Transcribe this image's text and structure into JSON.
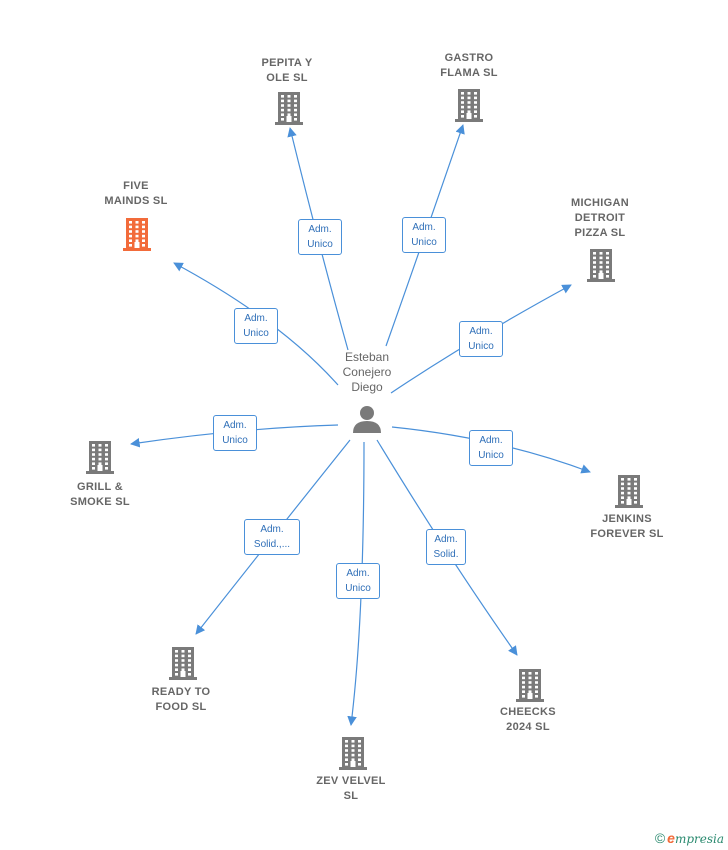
{
  "center": {
    "label": "Esteban\nConejero\nDiego",
    "icon": "person-icon"
  },
  "colors": {
    "edge": "#4a90d9",
    "building": "#7a7a7a",
    "highlight": "#f26b3a"
  },
  "nodes": [
    {
      "id": "pepita",
      "label": "PEPITA Y\nOLE SL",
      "highlight": false,
      "edge_label": "Adm.\nUnico"
    },
    {
      "id": "gastro",
      "label": "GASTRO\nFLAMA  SL",
      "highlight": false,
      "edge_label": "Adm.\nUnico"
    },
    {
      "id": "five",
      "label": "FIVE\nMAINDS  SL",
      "highlight": true,
      "edge_label": "Adm.\nUnico"
    },
    {
      "id": "michigan",
      "label": "MICHIGAN\nDETROIT\nPIZZA  SL",
      "highlight": false,
      "edge_label": "Adm.\nUnico"
    },
    {
      "id": "grill",
      "label": "GRILL &\nSMOKE  SL",
      "highlight": false,
      "edge_label": "Adm.\nUnico"
    },
    {
      "id": "jenkins",
      "label": "JENKINS\nFOREVER  SL",
      "highlight": false,
      "edge_label": "Adm.\nUnico"
    },
    {
      "id": "ready",
      "label": "READY TO\nFOOD  SL",
      "highlight": false,
      "edge_label": "Adm.\nSolid.,..."
    },
    {
      "id": "zev",
      "label": "ZEV VELVEL\nSL",
      "highlight": false,
      "edge_label": "Adm.\nUnico"
    },
    {
      "id": "cheecks",
      "label": "CHEECKS\n2024  SL",
      "highlight": false,
      "edge_label": "Adm.\nSolid."
    }
  ],
  "brand": {
    "copyright": "©",
    "e": "e",
    "rest": "mpresia"
  }
}
